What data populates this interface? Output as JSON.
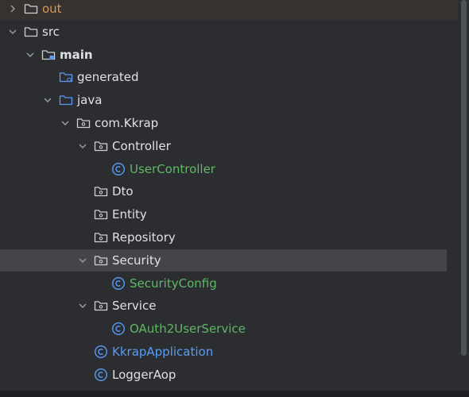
{
  "colors": {
    "background": "#2b2d30",
    "text": "#dfe1e5",
    "excluded_folder": "#d39a5b",
    "class_green": "#5fb865",
    "class_blue": "#5a9bf5",
    "selection": "#43454a"
  },
  "tree": [
    {
      "label": "out",
      "level": 0,
      "chevron": "right",
      "icon": "folder-icon",
      "style": "orange",
      "highlight": "top"
    },
    {
      "label": "src",
      "level": 0,
      "chevron": "down",
      "icon": "folder-icon",
      "style": "normal"
    },
    {
      "label": "main",
      "level": 1,
      "chevron": "down",
      "icon": "source-root-folder-icon",
      "style": "bold"
    },
    {
      "label": "generated",
      "level": 2,
      "chevron": "none",
      "icon": "generated-folder-icon",
      "style": "normal"
    },
    {
      "label": "java",
      "level": 2,
      "chevron": "down",
      "icon": "source-folder-icon",
      "style": "normal"
    },
    {
      "label": "com.Kkrap",
      "level": 3,
      "chevron": "down",
      "icon": "package-icon",
      "style": "normal"
    },
    {
      "label": "Controller",
      "level": 4,
      "chevron": "down",
      "icon": "package-icon",
      "style": "normal"
    },
    {
      "label": "UserController",
      "level": 5,
      "chevron": "none",
      "icon": "class-icon",
      "style": "green"
    },
    {
      "label": "Dto",
      "level": 4,
      "chevron": "none",
      "icon": "package-icon",
      "style": "normal"
    },
    {
      "label": "Entity",
      "level": 4,
      "chevron": "none",
      "icon": "package-icon",
      "style": "normal"
    },
    {
      "label": "Repository",
      "level": 4,
      "chevron": "none",
      "icon": "package-icon",
      "style": "normal"
    },
    {
      "label": "Security",
      "level": 4,
      "chevron": "down",
      "icon": "package-icon",
      "style": "normal",
      "highlight": "selected"
    },
    {
      "label": "SecurityConfig",
      "level": 5,
      "chevron": "none",
      "icon": "class-icon",
      "style": "green"
    },
    {
      "label": "Service",
      "level": 4,
      "chevron": "down",
      "icon": "package-icon",
      "style": "normal"
    },
    {
      "label": "OAuth2UserService",
      "level": 5,
      "chevron": "none",
      "icon": "class-icon",
      "style": "green"
    },
    {
      "label": "KkrapApplication",
      "level": 4,
      "chevron": "none",
      "icon": "class-icon",
      "style": "blue"
    },
    {
      "label": "LoggerAop",
      "level": 4,
      "chevron": "none",
      "icon": "class-icon",
      "style": "normal"
    }
  ]
}
